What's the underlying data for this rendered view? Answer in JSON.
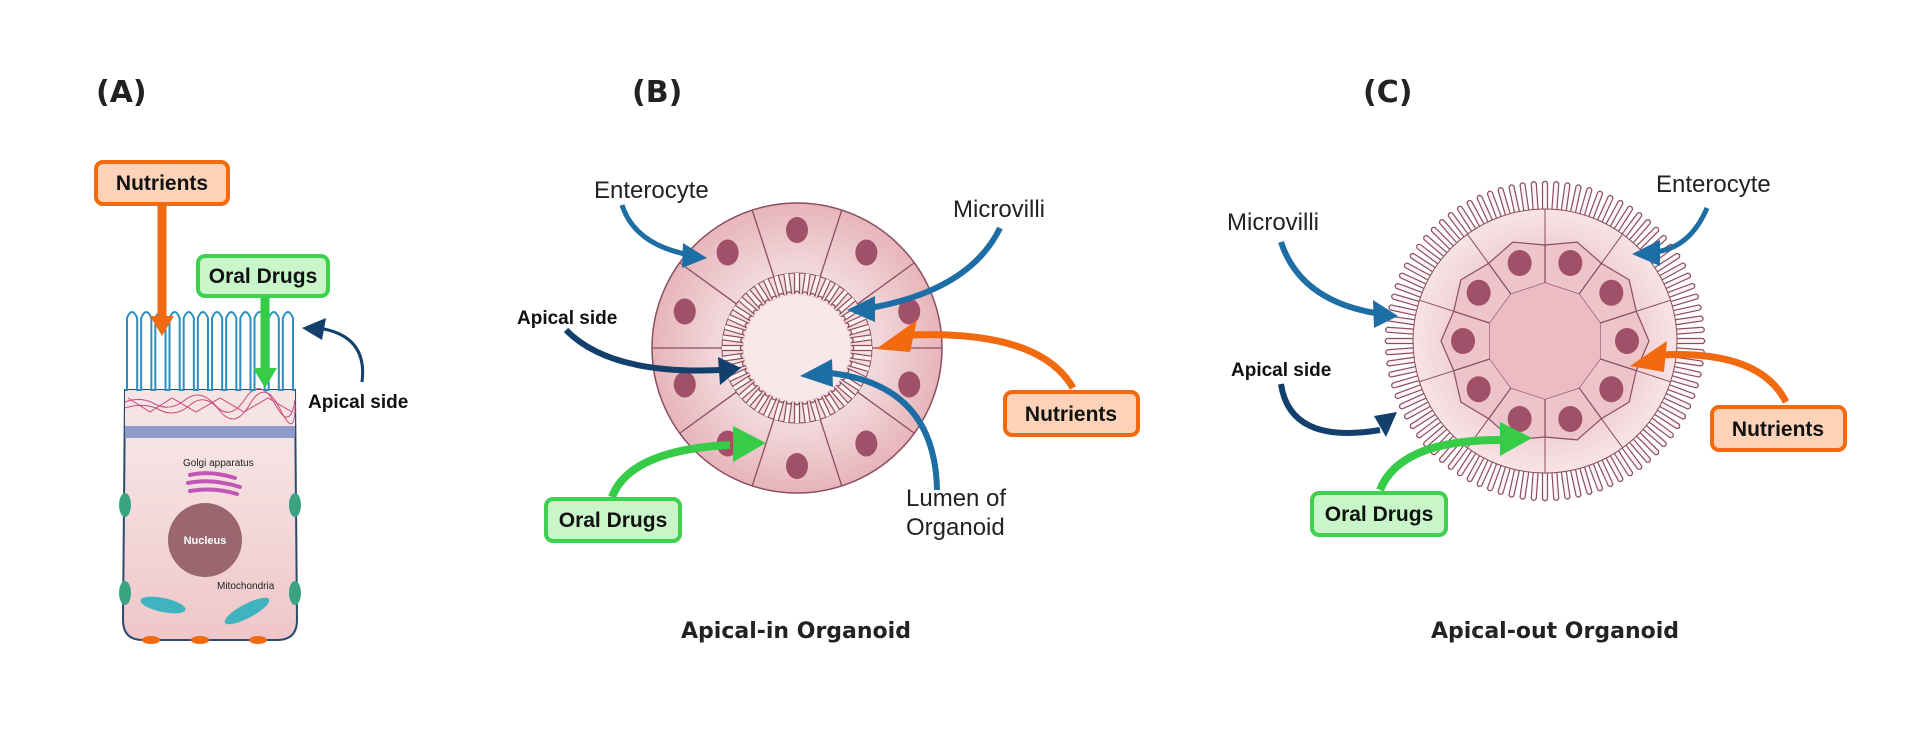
{
  "figure": {
    "panels": [
      {
        "id": "A",
        "label": "(A)",
        "nutrients": "Nutrients",
        "oral_drugs": "Oral Drugs",
        "apical_side": "Apical side",
        "organelles": {
          "golgi": "Golgi apparatus",
          "nucleus": "Nucleus",
          "mitochondria": "Mitochondria"
        }
      },
      {
        "id": "B",
        "label": "(B)",
        "enterocyte": "Enterocyte",
        "microvilli": "Microvilli",
        "apical_side": "Apical side",
        "nutrients": "Nutrients",
        "oral_drugs": "Oral Drugs",
        "lumen_line1": "Lumen of",
        "lumen_line2": "Organoid",
        "caption": "Apical-in Organoid"
      },
      {
        "id": "C",
        "label": "(C)",
        "enterocyte": "Enterocyte",
        "microvilli": "Microvilli",
        "apical_side": "Apical side",
        "nutrients": "Nutrients",
        "oral_drugs": "Oral Drugs",
        "caption": "Apical-out Organoid"
      }
    ],
    "colors": {
      "nutrients_arrow": "#f26a10",
      "nutrients_box_fill": "#fcd3b8",
      "nutrients_box_stroke": "#f26a10",
      "drugs_arrow": "#36cc48",
      "drugs_box_fill": "#c9f6c9",
      "drugs_box_stroke": "#3ed04e",
      "blue_arrow": "#1c6ea4",
      "darkblue_arrow": "#123f6b",
      "cell_fill": "#efc9cc",
      "cell_stroke": "#8a4e5e",
      "nucleus": "#a05068",
      "lumen": "#f8e8ea"
    }
  }
}
